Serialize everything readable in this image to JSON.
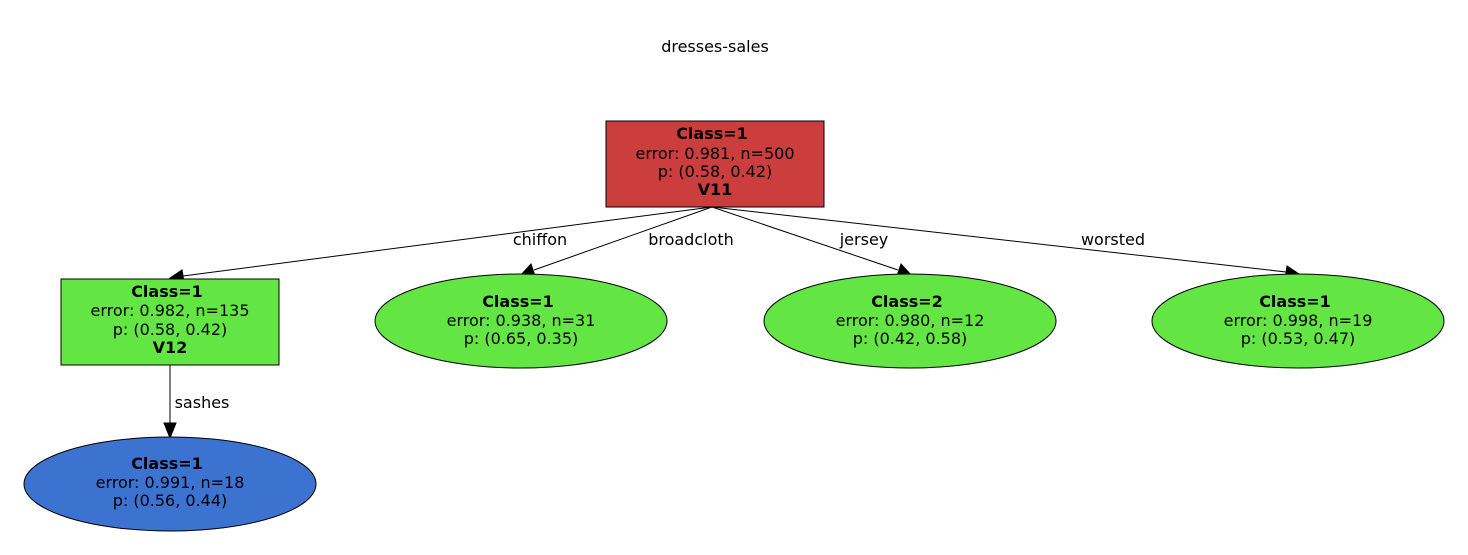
{
  "title": "dresses-sales",
  "colors": {
    "root": "#cc3d3d",
    "green": "#63e543",
    "blue": "#3c73d0"
  },
  "nodes": {
    "root": {
      "class": "Class=1",
      "error": "error: 0.981, n=500",
      "p": "p: (0.58, 0.42)",
      "split": "V11"
    },
    "n1": {
      "class": "Class=1",
      "error": "error: 0.982, n=135",
      "p": "p: (0.58, 0.42)",
      "split": "V12"
    },
    "n2": {
      "class": "Class=1",
      "error": "error: 0.938, n=31",
      "p": "p: (0.65, 0.35)"
    },
    "n3": {
      "class": "Class=2",
      "error": "error: 0.980, n=12",
      "p": "p: (0.42, 0.58)"
    },
    "n4": {
      "class": "Class=1",
      "error": "error: 0.998, n=19",
      "p": "p: (0.53, 0.47)"
    },
    "n5": {
      "class": "Class=1",
      "error": "error: 0.991, n=18",
      "p": "p: (0.56, 0.44)"
    }
  },
  "edges": {
    "chiffon": "chiffon",
    "broadcloth": "broadcloth",
    "jersey": "jersey",
    "worsted": "worsted",
    "sashes": "sashes"
  }
}
